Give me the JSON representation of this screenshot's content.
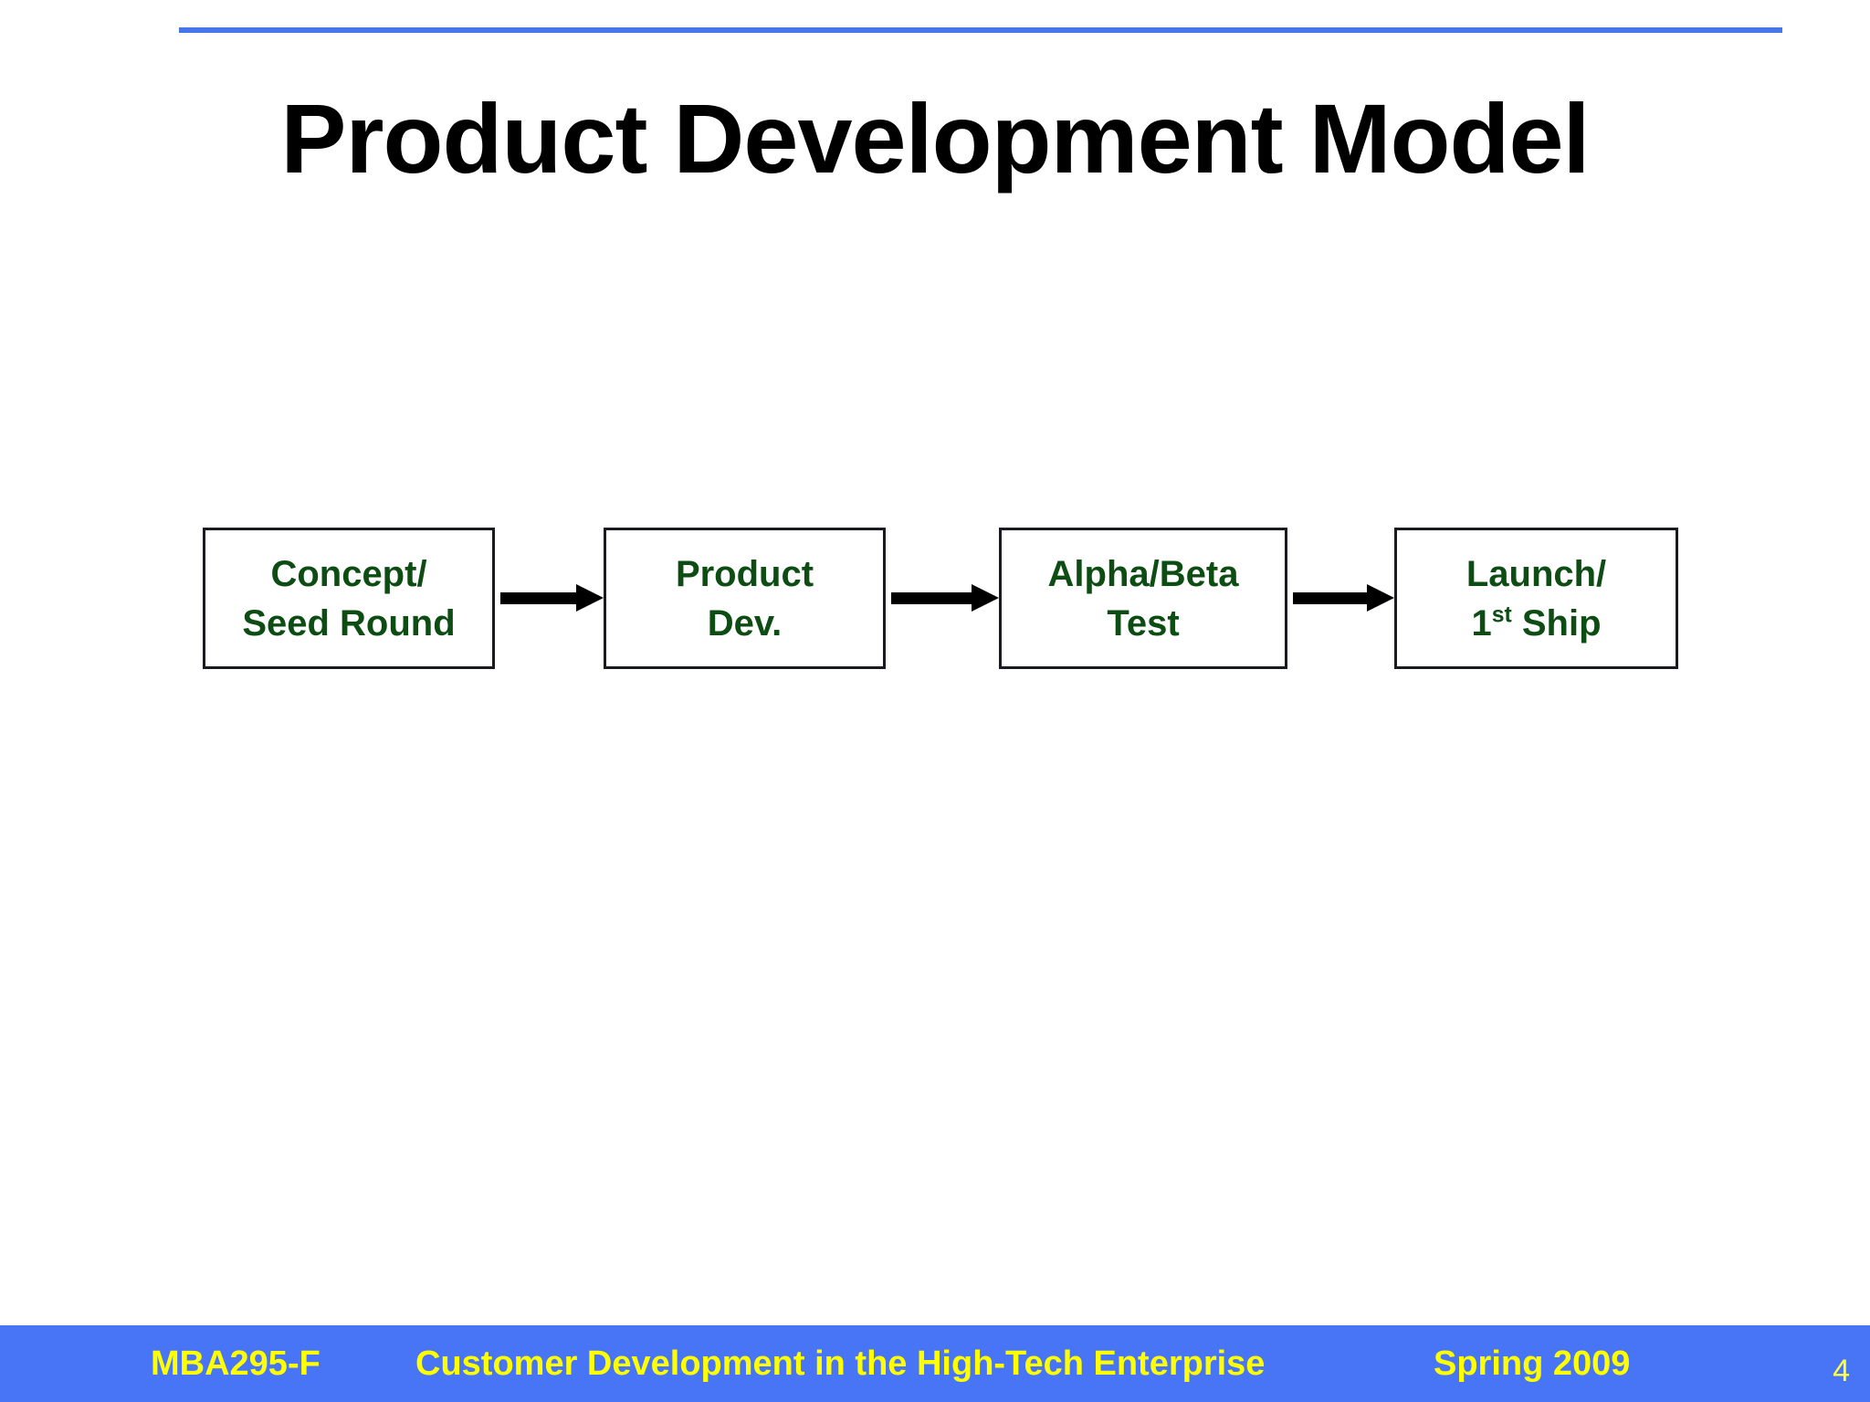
{
  "slide": {
    "title": "Product Development Model",
    "top_rule_color": "#4775ea",
    "background_color": "#ffffff"
  },
  "diagram": {
    "type": "linear-flow",
    "box_text_color": "#0d4d14",
    "box_border_color": "#1a1a22",
    "arrow_color": "#000000",
    "stages": [
      {
        "line1": "Concept/",
        "line2": "Seed Round",
        "line2_sup": ""
      },
      {
        "line1": "Product",
        "line2": "Dev.",
        "line2_sup": ""
      },
      {
        "line1": "Alpha/Beta",
        "line2": "Test",
        "line2_sup": ""
      },
      {
        "line1": "Launch/",
        "line2_pre": "1",
        "line2_sup": "st",
        "line2_post": " Ship"
      }
    ],
    "arrows": [
      "arrow-right",
      "arrow-right",
      "arrow-right"
    ]
  },
  "footer": {
    "bar_color": "#4775f5",
    "text_color": "#ffff00",
    "course": "MBA295-F",
    "subject": "Customer Development in the High-Tech Enterprise",
    "term": "Spring 2009",
    "page_number": "4"
  }
}
